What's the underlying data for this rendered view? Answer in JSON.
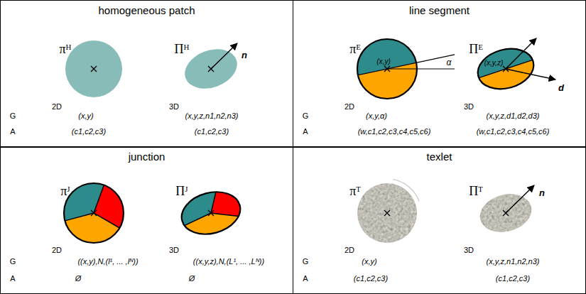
{
  "diagram": {
    "nodes": [
      {
        "text": [
          "homogeneous patch"
        ]
      },
      {
        "text": [
          "line segment"
        ]
      },
      {
        "text": [
          "junction"
        ]
      },
      {
        "text": [
          "texlet"
        ]
      }
    ],
    "labels": [
      "πᴴ",
      "2D",
      "Πᴴ",
      "n",
      "3D",
      "G",
      "(x,y)",
      "(x,y,z,n1,n2,n3)",
      "A",
      "(c1,c2,c3)",
      "(c1,c2,c3)",
      "πᴱ",
      "(x,y)",
      "α",
      "2D",
      "Πᴱ",
      "(x,y,z)",
      "d",
      "3D",
      "G",
      "(x,y,α)",
      "(x,y,z,d1,d2,d3)",
      "A",
      "(w,c1,c2,c3,c4,c5,c6)",
      "(w,c1,c2,c3,c4,c5,c6)",
      "πᴶ",
      "2D",
      "Πᴶ",
      "3D",
      "G",
      "((x,y),N,(l¹, ... ,lᴺ))",
      "((x,y,z),N,(L¹, ... ,Lᴺ))",
      "A",
      "Ø",
      "Ø",
      "πᵀ",
      "Πᵀ",
      "n",
      "2D",
      "3D",
      "G",
      "(x,y)",
      "(x,y,z,n1,n2,n3)",
      "A",
      "(c1,c2,c3)",
      "(c1,c2,c3)"
    ]
  }
}
